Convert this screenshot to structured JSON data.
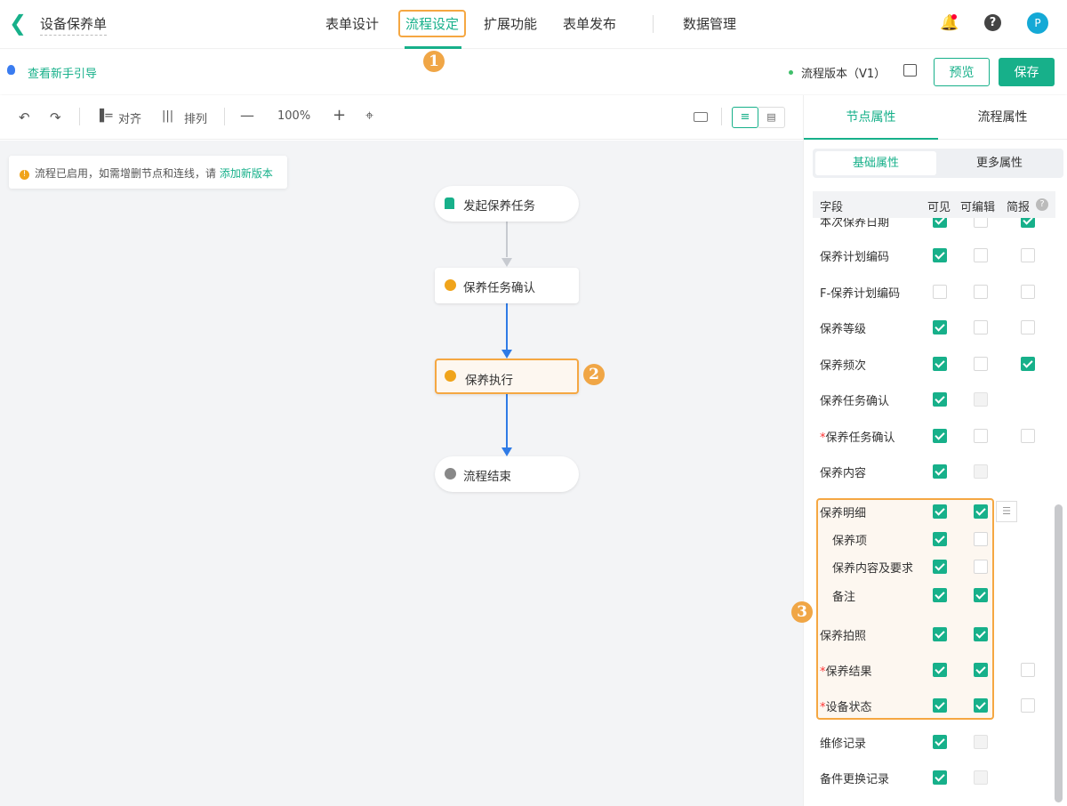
{
  "header": {
    "title": "设备保养单",
    "tabs": [
      "表单设计",
      "流程设定",
      "扩展功能",
      "表单发布"
    ],
    "data_mgmt": "数据管理",
    "avatar": "P",
    "help": "?"
  },
  "badges": [
    "1",
    "2",
    "3"
  ],
  "subbar": {
    "guide": "查看新手引导",
    "version": "流程版本（V1）",
    "preview": "预览",
    "save": "保存"
  },
  "toolbar": {
    "align": "对齐",
    "arrange": "排列",
    "zoom": "100%"
  },
  "alert": {
    "text": "流程已启用，如需增删节点和连线，请",
    "link": "添加新版本"
  },
  "nodes": [
    "发起保养任务",
    "保养任务确认",
    "保养执行",
    "流程结束"
  ],
  "panel": {
    "tabs": [
      "节点属性",
      "流程属性"
    ],
    "segments": [
      "基础属性",
      "更多属性"
    ],
    "columns": [
      "字段",
      "可见",
      "可编辑",
      "简报"
    ],
    "rows": [
      {
        "label": "本次保养日期",
        "req": false,
        "sub": false,
        "v": "c",
        "e": "u",
        "b": "c"
      },
      {
        "label": "保养计划编码",
        "req": false,
        "sub": false,
        "v": "c",
        "e": "u",
        "b": "u"
      },
      {
        "label": "F-保养计划编码",
        "req": false,
        "sub": false,
        "v": "u",
        "e": "u",
        "b": "u"
      },
      {
        "label": "保养等级",
        "req": false,
        "sub": false,
        "v": "c",
        "e": "u",
        "b": "u"
      },
      {
        "label": "保养频次",
        "req": false,
        "sub": false,
        "v": "c",
        "e": "u",
        "b": "c"
      },
      {
        "label": "保养任务确认",
        "req": false,
        "sub": false,
        "v": "c",
        "e": "d",
        "b": "n"
      },
      {
        "label": "保养任务确认",
        "req": true,
        "sub": false,
        "v": "c",
        "e": "u",
        "b": "u"
      },
      {
        "label": "保养内容",
        "req": false,
        "sub": false,
        "v": "c",
        "e": "d",
        "b": "n"
      },
      {
        "label": "保养明细",
        "req": false,
        "sub": false,
        "v": "c",
        "e": "c",
        "b": "list"
      },
      {
        "label": "保养项",
        "req": false,
        "sub": true,
        "v": "c",
        "e": "u",
        "b": "n"
      },
      {
        "label": "保养内容及要求",
        "req": false,
        "sub": true,
        "v": "c",
        "e": "u",
        "b": "n"
      },
      {
        "label": "备注",
        "req": false,
        "sub": true,
        "v": "c",
        "e": "c",
        "b": "n"
      },
      {
        "label": "保养拍照",
        "req": false,
        "sub": false,
        "v": "c",
        "e": "c",
        "b": "n"
      },
      {
        "label": "保养结果",
        "req": true,
        "sub": false,
        "v": "c",
        "e": "c",
        "b": "u"
      },
      {
        "label": "设备状态",
        "req": true,
        "sub": false,
        "v": "c",
        "e": "c",
        "b": "u"
      },
      {
        "label": "维修记录",
        "req": false,
        "sub": false,
        "v": "c",
        "e": "d",
        "b": "n"
      },
      {
        "label": "备件更换记录",
        "req": false,
        "sub": false,
        "v": "c",
        "e": "d",
        "b": "n"
      }
    ]
  },
  "colors": {
    "accent": "#17b08a",
    "highlight": "#f5a742",
    "flow_line": "#2f7be6"
  }
}
